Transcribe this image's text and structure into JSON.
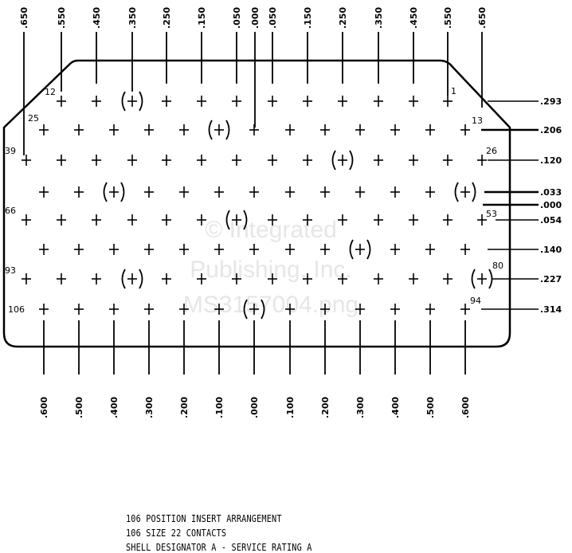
{
  "top_dimensions": [
    ".650",
    ".550",
    ".450",
    ".350",
    ".250",
    ".150",
    ".050",
    ".000",
    ".050",
    ".150",
    ".250",
    ".350",
    ".450",
    ".550",
    ".650"
  ],
  "right_dimensions": [
    ".293",
    ".206",
    ".120",
    ".033",
    ".000",
    ".054",
    ".140",
    ".227",
    ".314"
  ],
  "bottom_dimensions": [
    ".600",
    ".500",
    ".400",
    ".300",
    ".200",
    ".100",
    ".000",
    ".100",
    ".200",
    ".300",
    ".400",
    ".500",
    ".600"
  ],
  "position_numbers": [
    "12",
    "1",
    "25",
    "13",
    "39",
    "26",
    "66",
    "53",
    "93",
    "80",
    "106",
    "94"
  ],
  "contact_rows": [
    {
      "count": 12,
      "bracketed": [
        2
      ]
    },
    {
      "count": 13,
      "bracketed": [
        5
      ]
    },
    {
      "count": 14,
      "bracketed": [
        9
      ]
    },
    {
      "count": 13,
      "bracketed": [
        2,
        12
      ]
    },
    {
      "count": 14,
      "bracketed": [
        6
      ]
    },
    {
      "count": 13,
      "bracketed": [
        9
      ]
    },
    {
      "count": 14,
      "bracketed": [
        3,
        13
      ]
    },
    {
      "count": 13,
      "bracketed": [
        6
      ]
    }
  ],
  "watermark": [
    "© Integrated",
    "Publishing, Inc.",
    "MS3157004.png"
  ],
  "caption": {
    "line1": "106 POSITION INSERT ARRANGEMENT",
    "line2": "106 SIZE 22 CONTACTS",
    "line3": "SHELL DESIGNATOR A - SERVICE RATING A"
  }
}
